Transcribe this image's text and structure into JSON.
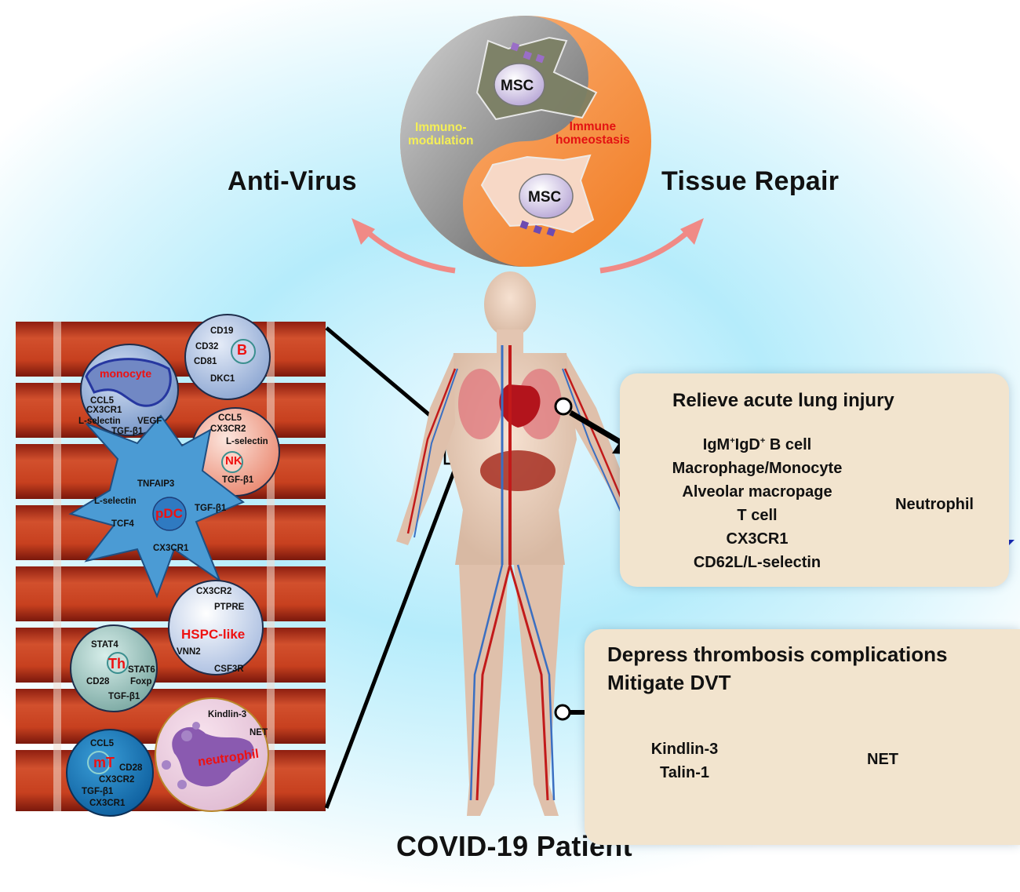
{
  "titles": {
    "left": "Anti-Virus",
    "right": "Tissue Repair",
    "bottom": "COVID-19 Patient"
  },
  "yin_yang": {
    "top_cell": "MSC",
    "bottom_cell": "MSC",
    "left_label": "Immuno-\nmodulation",
    "right_label": "Immune\nhomeostasis"
  },
  "cells": {
    "b_cell": {
      "name": "B",
      "markers": [
        "CD19",
        "CD32",
        "CD81",
        "DKC1"
      ]
    },
    "monocyte": {
      "name": "monocyte",
      "markers": [
        "CCL5",
        "CX3CR1",
        "L-selectin",
        "VEGF",
        "TGF-β1"
      ]
    },
    "nk": {
      "name": "NK",
      "markers": [
        "CCL5",
        "CX3CR2",
        "L-selectin",
        "TGF-β1"
      ]
    },
    "pdc": {
      "name": "pDC",
      "markers": [
        "TNFAIP3",
        "L-selectin",
        "TGF-β1",
        "TCF4",
        "CX3CR1"
      ]
    },
    "hspc": {
      "name": "HSPC-like",
      "markers": [
        "CX3CR2",
        "PTPRE",
        "VNN2",
        "CSF3R"
      ]
    },
    "th": {
      "name": "Th",
      "markers": [
        "STAT4",
        "STAT6",
        "CD28",
        "Foxp",
        "TGF-β1"
      ]
    },
    "neutrophil": {
      "name": "neutrophil",
      "markers": [
        "Kindlin-3",
        "NET"
      ]
    },
    "mt": {
      "name": "mT",
      "markers": [
        "CCL5",
        "CD28",
        "CX3CR2",
        "TGF-β1",
        "CX3CR1"
      ]
    }
  },
  "lung_panel": {
    "title": "Relieve acute lung injury",
    "up_items": [
      {
        "main": "IgM",
        "sup1": "+",
        "mid": "IgD",
        "sup2": "+",
        "tail": " B cell"
      },
      "Macrophage/Monocyte",
      "Alveolar macropage",
      "T cell",
      "CX3CR1",
      "CD62L/L-selectin"
    ],
    "down_items": [
      "Neutrophil"
    ]
  },
  "thrombosis_panel": {
    "title_line1": "Depress thrombosis complications",
    "title_line2": "Mitigate DVT",
    "up_items": [
      "Kindlin-3",
      "Talin-1"
    ],
    "down_items": [
      "NET"
    ]
  },
  "colors": {
    "up_arrow": "#a30f1c",
    "down_arrow": "#1424b4",
    "cell_name": "#e11111",
    "panel_bg": "#f2e4ce",
    "curved_arrow": "#f08a86"
  }
}
